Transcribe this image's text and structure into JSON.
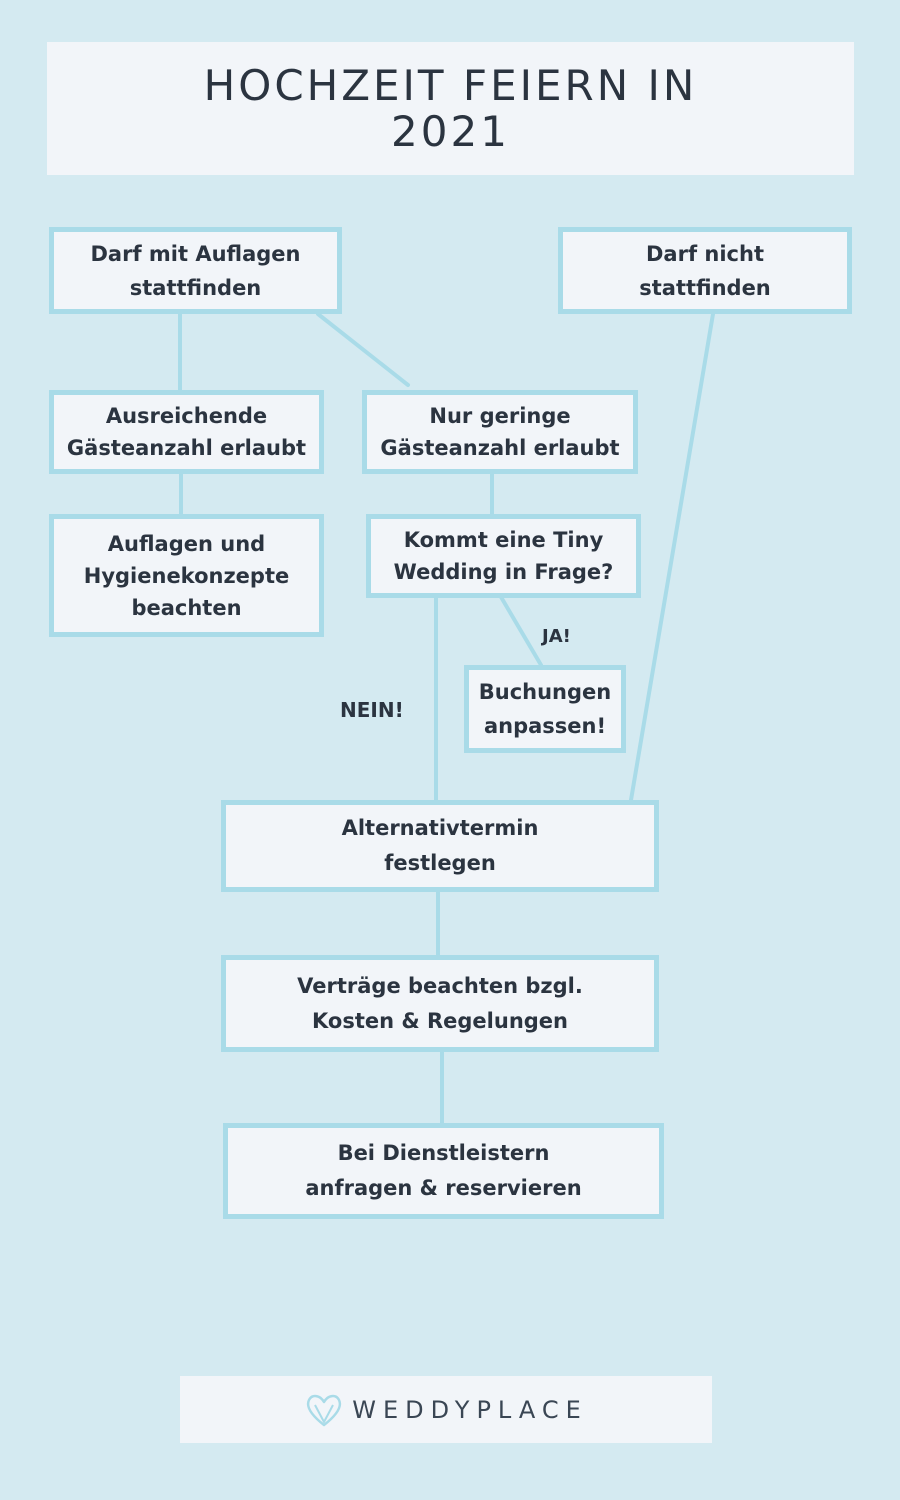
{
  "title": "HOCHZEIT FEIERN IN 2021",
  "nodes": {
    "mit_auflagen": "Darf mit Auflagen stattfinden",
    "nicht_stattfinden": "Darf nicht stattfinden",
    "ausreichend": "Ausreichende Gästeanzahl erlaubt",
    "geringe": "Nur geringe Gästeanzahl erlaubt",
    "hygiene": "Auflagen und Hygienekonzepte beachten",
    "tiny_wedding": "Kommt eine Tiny Wedding in Frage?",
    "buchungen": "Buchungen anpassen!",
    "alternativtermin": "Alternativtermin festlegen",
    "vertraege": "Verträge beachten bzgl. Kosten & Regelungen",
    "dienstleister": "Bei Dienstleistern anfragen & reservieren"
  },
  "edge_labels": {
    "ja": "JA!",
    "nein": "NEIN!"
  },
  "logo": {
    "text": "WEDDYPLACE",
    "icon": "heart-icon"
  },
  "colors": {
    "background": "#d4eaf1",
    "panel": "#f2f5f9",
    "border": "#a9dbe8",
    "text": "#2b3440"
  }
}
